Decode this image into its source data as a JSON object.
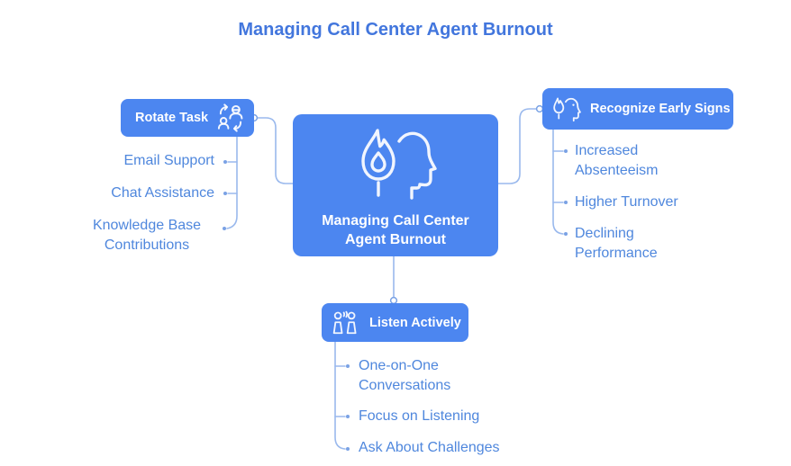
{
  "title": "Managing Call Center Agent Burnout",
  "colors": {
    "node_blue": "#4c86f0",
    "title_blue": "#4276dd",
    "item_blue": "#4f87dd",
    "connector_blue": "#9ab9ed",
    "dot_blue": "#7aa2e5"
  },
  "center": {
    "label": "Managing Call Center Agent Burnout",
    "icon": "burnout-head-flame-icon"
  },
  "branches": [
    {
      "label": "Rotate Task",
      "icon": "rotate-people-icon",
      "items": [
        "Email Support",
        "Chat Assistance",
        "Knowledge Base Contributions"
      ]
    },
    {
      "label": "Recognize Early Signs",
      "icon": "head-flame-icon",
      "items": [
        "Increased Absenteeism",
        "Higher Turnover",
        "Declining Performance"
      ]
    },
    {
      "label": "Listen Actively",
      "icon": "conversation-icon",
      "items": [
        "One-on-One Conversations",
        "Focus on Listening",
        "Ask About Challenges"
      ]
    }
  ]
}
